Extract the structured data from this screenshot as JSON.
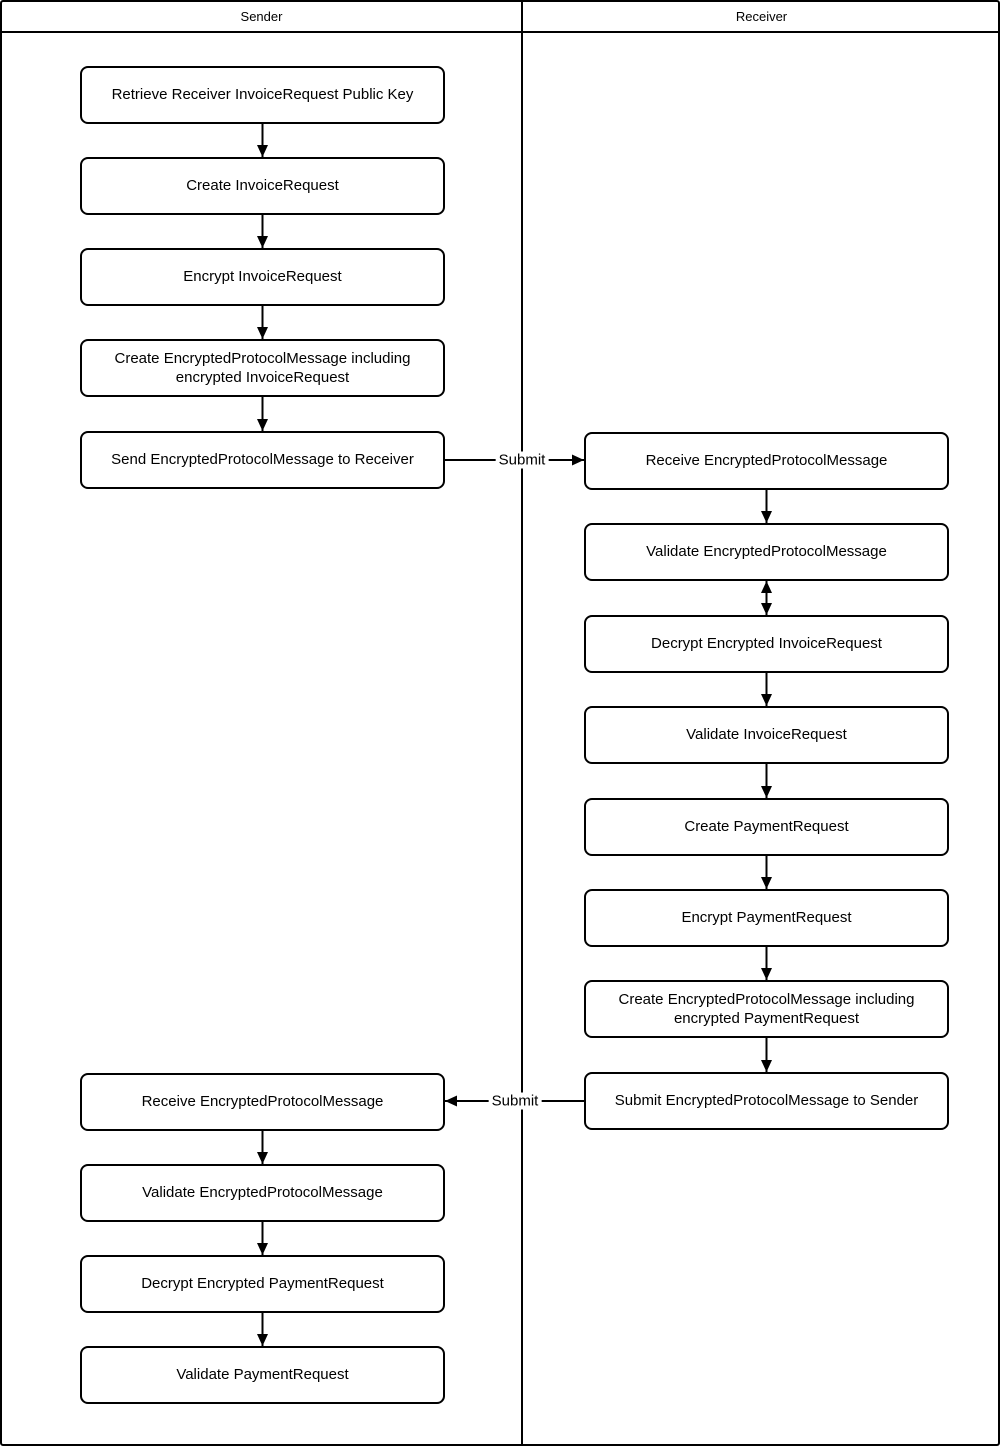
{
  "diagram": {
    "colors": {
      "stroke": "#000000",
      "background": "#ffffff"
    },
    "lanes": [
      {
        "id": "sender",
        "label": "Sender"
      },
      {
        "id": "receiver",
        "label": "Receiver"
      }
    ],
    "nodes": [
      {
        "id": "s1",
        "lane": "sender",
        "label": "Retrieve Receiver InvoiceRequest Public Key"
      },
      {
        "id": "s2",
        "lane": "sender",
        "label": "Create InvoiceRequest"
      },
      {
        "id": "s3",
        "lane": "sender",
        "label": "Encrypt InvoiceRequest"
      },
      {
        "id": "s4",
        "lane": "sender",
        "label": "Create EncryptedProtocolMessage including encrypted InvoiceRequest"
      },
      {
        "id": "s5",
        "lane": "sender",
        "label": "Send EncryptedProtocolMessage to Receiver"
      },
      {
        "id": "r1",
        "lane": "receiver",
        "label": "Receive EncryptedProtocolMessage"
      },
      {
        "id": "r2",
        "lane": "receiver",
        "label": "Validate EncryptedProtocolMessage"
      },
      {
        "id": "r3",
        "lane": "receiver",
        "label": "Decrypt Encrypted InvoiceRequest"
      },
      {
        "id": "r4",
        "lane": "receiver",
        "label": "Validate InvoiceRequest"
      },
      {
        "id": "r5",
        "lane": "receiver",
        "label": "Create PaymentRequest"
      },
      {
        "id": "r6",
        "lane": "receiver",
        "label": "Encrypt PaymentRequest"
      },
      {
        "id": "r7",
        "lane": "receiver",
        "label": "Create EncryptedProtocolMessage including encrypted PaymentRequest"
      },
      {
        "id": "r8",
        "lane": "receiver",
        "label": "Submit EncryptedProtocolMessage to Sender"
      },
      {
        "id": "s6",
        "lane": "sender",
        "label": "Receive EncryptedProtocolMessage"
      },
      {
        "id": "s7",
        "lane": "sender",
        "label": "Validate EncryptedProtocolMessage"
      },
      {
        "id": "s8",
        "lane": "sender",
        "label": "Decrypt Encrypted PaymentRequest"
      },
      {
        "id": "s9",
        "lane": "sender",
        "label": "Validate PaymentRequest"
      }
    ],
    "edges": [
      {
        "from": "s1",
        "to": "s2",
        "type": "v"
      },
      {
        "from": "s2",
        "to": "s3",
        "type": "v"
      },
      {
        "from": "s3",
        "to": "s4",
        "type": "v"
      },
      {
        "from": "s4",
        "to": "s5",
        "type": "v"
      },
      {
        "from": "s5",
        "to": "r1",
        "type": "h",
        "label": "Submit"
      },
      {
        "from": "r1",
        "to": "r2",
        "type": "v"
      },
      {
        "from": "r2",
        "to": "r3",
        "type": "bidir"
      },
      {
        "from": "r3",
        "to": "r4",
        "type": "v"
      },
      {
        "from": "r4",
        "to": "r5",
        "type": "v"
      },
      {
        "from": "r5",
        "to": "r6",
        "type": "v"
      },
      {
        "from": "r6",
        "to": "r7",
        "type": "v"
      },
      {
        "from": "r7",
        "to": "r8",
        "type": "v"
      },
      {
        "from": "r8",
        "to": "s6",
        "type": "h",
        "label": "Submit"
      },
      {
        "from": "s6",
        "to": "s7",
        "type": "v"
      },
      {
        "from": "s7",
        "to": "s8",
        "type": "v"
      },
      {
        "from": "s8",
        "to": "s9",
        "type": "v"
      }
    ]
  }
}
